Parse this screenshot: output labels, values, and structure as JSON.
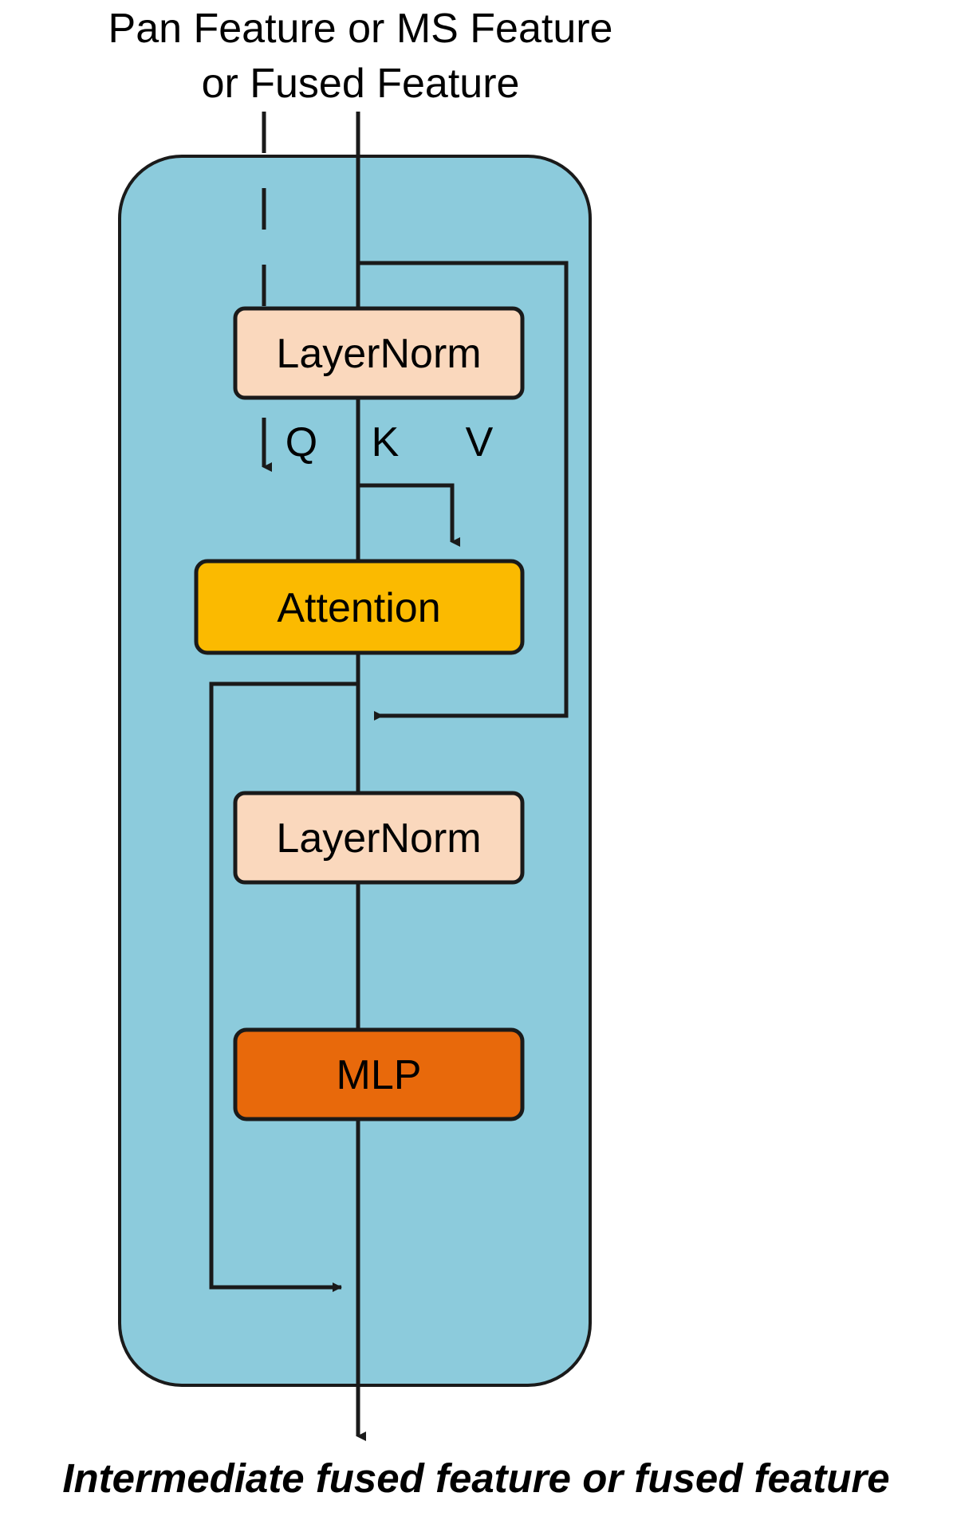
{
  "figure": {
    "type": "block-diagram",
    "title_lines": [
      "Pan Feature or MS Feature",
      "or Fused Feature"
    ],
    "footer": "Intermediate fused feature or fused feature",
    "colors": {
      "container_fill": "#8CCBDC",
      "layernorm_fill": "#FAD8BD",
      "attention_fill": "#FBBA00",
      "mlp_fill": "#E8690B",
      "stroke": "#1A1A1A",
      "text": "#000000",
      "background": "#FFFFFF"
    },
    "blocks": [
      {
        "id": "layernorm-1",
        "label": "LayerNorm",
        "fill_key": "layernorm_fill"
      },
      {
        "id": "attention",
        "label": "Attention",
        "fill_key": "attention_fill"
      },
      {
        "id": "layernorm-2",
        "label": "LayerNorm",
        "fill_key": "layernorm_fill"
      },
      {
        "id": "mlp",
        "label": "MLP",
        "fill_key": "mlp_fill"
      }
    ],
    "attention_inputs": [
      {
        "id": "q",
        "label": "Q",
        "source": "skip (dashed) input feature"
      },
      {
        "id": "k",
        "label": "K",
        "source": "LayerNorm output"
      },
      {
        "id": "v",
        "label": "V",
        "source": "LayerNorm output branch"
      }
    ],
    "connections": [
      {
        "id": "input-to-layernorm-1",
        "style": "solid",
        "from": "input feature",
        "to": "LayerNorm"
      },
      {
        "id": "input-dashed-to-q",
        "style": "dashed",
        "from": "input feature",
        "to": "Q of Attention"
      },
      {
        "id": "residual-1",
        "style": "solid",
        "from": "input feature",
        "to": "after Attention",
        "arrow": "left"
      },
      {
        "id": "residual-2",
        "style": "solid",
        "from": "after Attention",
        "to": "after MLP",
        "arrow": "right"
      },
      {
        "id": "output-arrow",
        "style": "solid",
        "from": "after MLP",
        "to": "output",
        "arrow": "down"
      }
    ]
  }
}
